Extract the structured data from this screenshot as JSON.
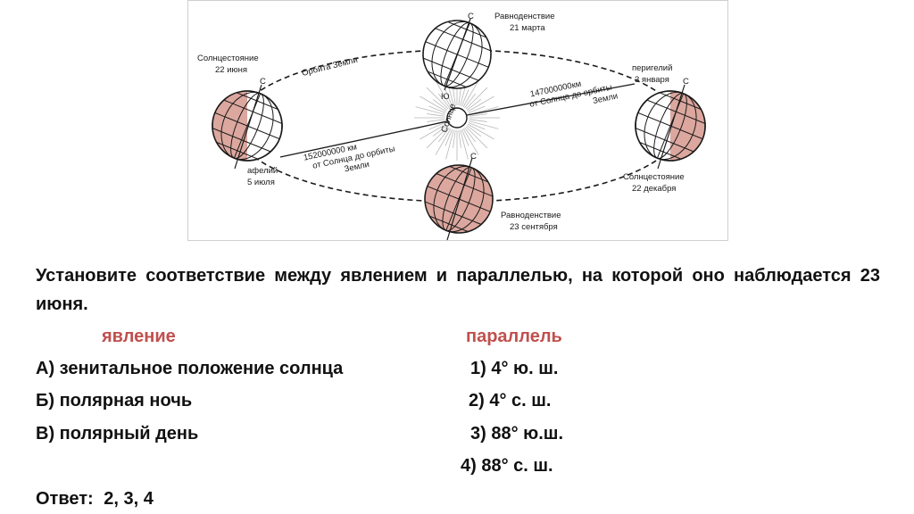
{
  "figure": {
    "labels": {
      "equinox_march": [
        "Равноденствие",
        "21 марта"
      ],
      "solstice_june": [
        "Солнцестояние",
        "22 июня"
      ],
      "perihelion": [
        "перигелий",
        "3 января"
      ],
      "aphelion": [
        "афелий",
        "5 июля"
      ],
      "solstice_december": [
        "Солнцестояние",
        "22 декабря"
      ],
      "equinox_september": [
        "Равноденствие",
        "23 сентября"
      ],
      "orbit": "Орбита Земли",
      "sun": "Солнце",
      "dist_near": [
        "147000000км",
        "от Солнца до орбиты",
        "Земли"
      ],
      "dist_far": [
        "152000000 км",
        "от Солнца до орбиты",
        "Земли"
      ]
    },
    "colors": {
      "globe_fill": "#dca79e",
      "line": "#1a1a1a"
    }
  },
  "task": {
    "question": "Установите соответствие между явлением и параллелью, на которой оно наблюдается 23 июня.",
    "col_left_header": "явление",
    "col_right_header": "параллель",
    "phenomena": [
      "А) зенитальное положение солнца",
      "Б) полярная ночь",
      "В) полярный день"
    ],
    "parallels": [
      "1) 4° ю. ш.",
      "2) 4°  с. ш.",
      "3) 88°  ю.ш.",
      "4) 88°  с. ш."
    ],
    "answer_label": "Ответ:",
    "answer_value": "2, 3, 4"
  }
}
